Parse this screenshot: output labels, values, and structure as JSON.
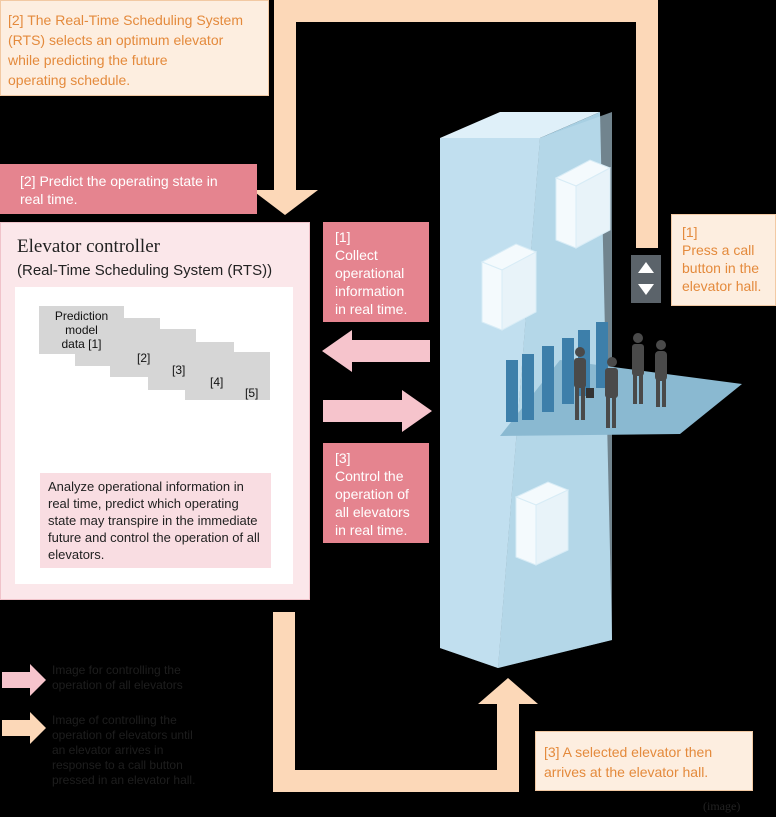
{
  "step2_rts_note": "[2] The Real-Time Scheduling System\n(RTS) selects an optimum elevator\n      while predicting the future\n      operating schedule.",
  "step2_predict": "[2] Predict the operating state in\n      real time.",
  "controller": {
    "title": "Elevator controller",
    "subtitle": "(Real-Time Scheduling System (RTS))",
    "cards": [
      "Prediction\nmodel\ndata [1]",
      "[2]",
      "[3]",
      "[4]",
      "[5]"
    ],
    "analysis": "Analyze operational information in real time, predict which operating state may transpire in the immediate future and control the operation of all elevators."
  },
  "step1_collect": "[1]\nCollect\noperational\ninformation\nin real time.",
  "step3_control": "[3]\nControl the\noperation of\nall elevators\nin real time.",
  "step1_press": "[1]\nPress a call\nbutton in the\nelevator hall.",
  "step3_arrives": "[3] A selected elevator then\n      arrives at the elevator hall.",
  "legend": [
    {
      "text": "Image for controlling the\noperation of all elevators",
      "color": "#f6c4cc"
    },
    {
      "text": "Image of controlling the\noperation of elevators until\nan elevator arrives in\nresponse to a call button\npressed in an elevator hall.",
      "color": "#fcd8b8"
    }
  ],
  "caption": "(image)",
  "colors": {
    "peach": "#fcd8b8",
    "pink": "#f6c4cc",
    "pink_dark": "#e5848f",
    "building": "#c9e4f2",
    "building_side": "#8ab9d1"
  }
}
